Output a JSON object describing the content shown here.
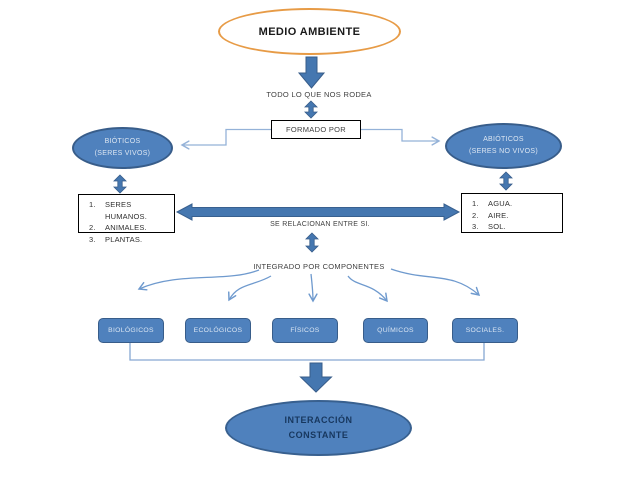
{
  "diagram": {
    "title": "MEDIO AMBIENTE",
    "subtitle": "TODO LO QUE NOS RODEA",
    "formado_por": "FORMADO POR",
    "bioticos": {
      "line1": "BIÓTICOS",
      "line2": "(SERES VIVOS)"
    },
    "abioticos": {
      "line1": "ABIÓTICOS",
      "line2": "(SERES NO VIVOS)"
    },
    "bioticos_box": {
      "items": [
        {
          "num": "1.",
          "text": "SERES HUMANOS."
        },
        {
          "num": "2.",
          "text": "ANIMALES."
        },
        {
          "num": "3.",
          "text": "PLANTAS."
        }
      ]
    },
    "abioticos_box": {
      "items": [
        {
          "num": "1.",
          "text": "AGUA."
        },
        {
          "num": "2.",
          "text": "AIRE."
        },
        {
          "num": "3.",
          "text": "SOL."
        }
      ]
    },
    "relation": "SE RELACIONAN ENTRE SI.",
    "componentes_label": "INTEGRADO POR COMPONENTES",
    "componentes": [
      "BIOLÓGICOS",
      "ECOLÓGICOS",
      "FÍSICOS",
      "QUÍMICOS",
      "SOCIALES."
    ],
    "conclusion": {
      "line1": "INTERACCIÓN",
      "line2": "CONSTANTE"
    },
    "colors": {
      "shape_fill": "#4f81bd",
      "shape_border": "#385d8a",
      "title_border": "#e79b46",
      "block_arrow": "#4577b0",
      "thin_connector": "#6f9ace",
      "elbow_connector": "#94b2d8",
      "conclusion_text": "#17375e",
      "shape_text": "#dce6f2"
    }
  }
}
